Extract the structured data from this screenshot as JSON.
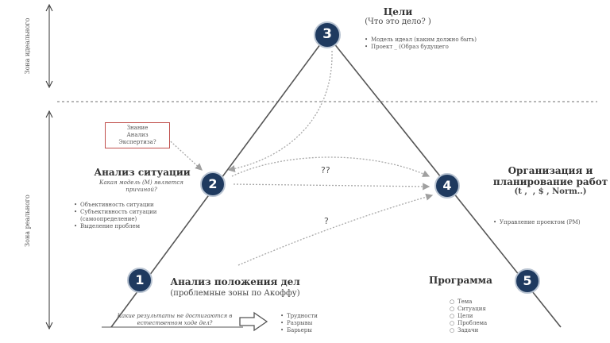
{
  "zones": {
    "ideal": "Зона идеального",
    "real": "Зона реального"
  },
  "node3": {
    "number": "3",
    "title": "Цели",
    "subtitle": "(Что это дело? )",
    "bullets": [
      "Модель идеал (каким должно быть)",
      "Проект _ (Образ будущего"
    ]
  },
  "box": {
    "lines": [
      "Знание",
      "Анализ",
      "Экспертиза?"
    ]
  },
  "node2": {
    "number": "2",
    "title": "Анализ ситуации",
    "question": "Какая модель (М) является причиной?",
    "bullets": [
      "Объективность ситуации",
      "Субъективность ситуации (самоопределение)",
      "Выделение проблем"
    ]
  },
  "node4": {
    "number": "4",
    "title_line1": "Организация и",
    "title_line2": "планирование работ",
    "subtitle": "(t ,  , $ , Norm..)",
    "bullets": [
      "Управление проектом (PM)"
    ]
  },
  "marks": {
    "double_question": "??",
    "single_question": "?"
  },
  "node1": {
    "number": "1",
    "title": "Анализ положения дел",
    "subtitle": "(проблемные зоны по Акоффу)",
    "question": "Какие результаты не достигаются в естественном ходе дел?",
    "outcomes": [
      "Трудности",
      "Разрывы",
      "Барьеры"
    ]
  },
  "node5": {
    "number": "5",
    "title": "Программа",
    "items": [
      "Тема",
      "Ситуация",
      "Цели",
      "Проблема",
      "Задачи"
    ]
  },
  "colors": {
    "node_fill": "#1f3a5f",
    "line": "#555555",
    "arrow": "#a9a9a9",
    "box_border": "#c0504d"
  }
}
